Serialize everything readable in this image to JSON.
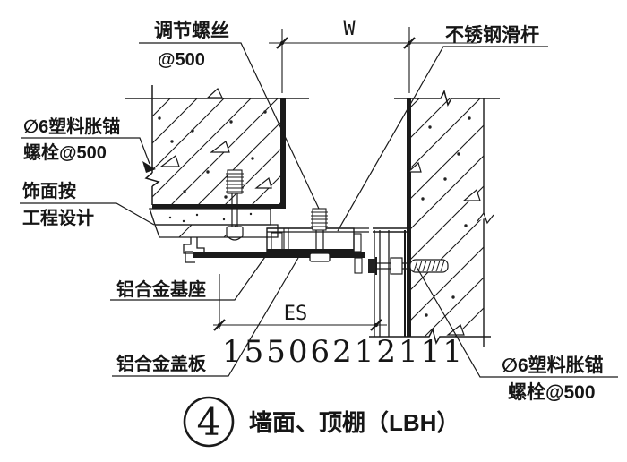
{
  "drawing": {
    "background": "#ffffff",
    "line_color": "#1a1a1a",
    "watermark_color": "#b5b5b5"
  },
  "dimensions": {
    "joint_width_label": "W",
    "cover_span_label": "ES"
  },
  "callouts": {
    "adjust_screw": {
      "line1": "调节螺丝",
      "line2": "@500"
    },
    "slide_rod": {
      "line1": "不锈钢滑杆"
    },
    "anchor_left": {
      "line1": "∅6塑料胀锚",
      "line2": "螺栓@500"
    },
    "finish": {
      "line1": "饰面按",
      "line2": "工程设计"
    },
    "base": {
      "line1": "铝合金基座"
    },
    "cover": {
      "line1": "铝合金盖板"
    },
    "anchor_right": {
      "line1": "∅6塑料胀锚",
      "line2": "螺栓@500"
    }
  },
  "watermark": {
    "text": "15506212111"
  },
  "title": {
    "number": "4",
    "text": "墙面、顶棚（LBH）"
  }
}
